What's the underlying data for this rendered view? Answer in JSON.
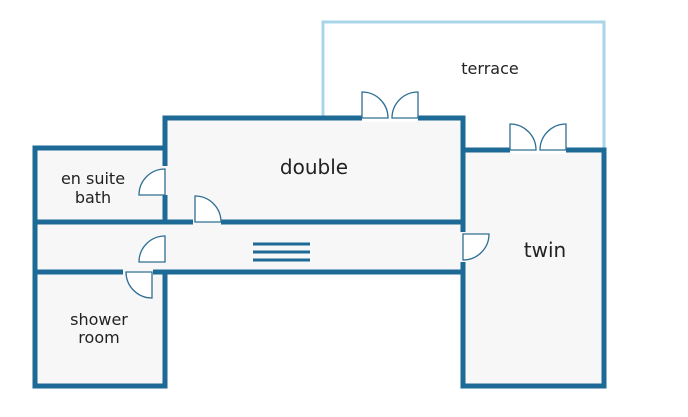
{
  "rooms": {
    "terrace": "terrace",
    "double": "double",
    "twin": "twin",
    "en_suite_line1": "en suite",
    "en_suite_line2": "bath",
    "shower_line1": "shower",
    "shower_line2": "room"
  },
  "colors": {
    "wall": "#1d6a97",
    "terrace_outline": "#a9d5e8",
    "floor": "#f7f7f7"
  }
}
